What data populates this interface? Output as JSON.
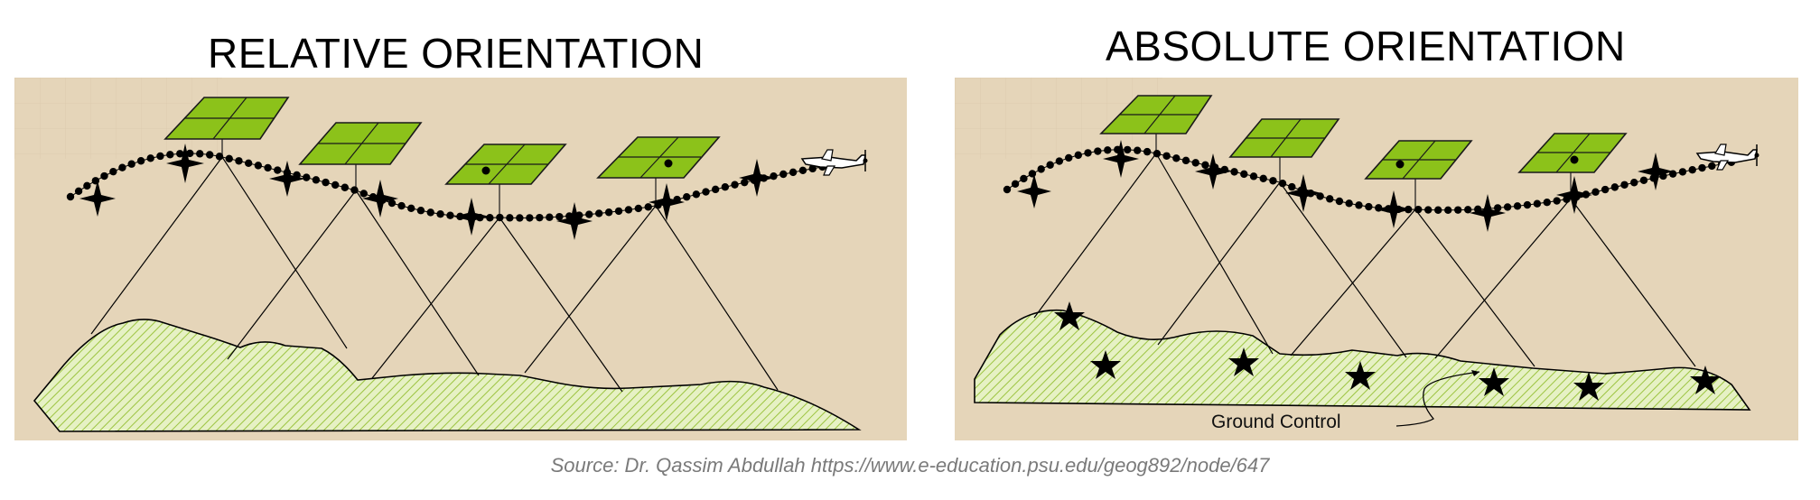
{
  "panels": {
    "left": {
      "title": "RELATIVE ORIENTATION"
    },
    "right": {
      "title": "ABSOLUTE ORIENTATION",
      "ground_control_label": "Ground Control"
    }
  },
  "source": "Source: Dr. Qassim Abdullah https://www.e-education.psu.edu/geog892/node/647",
  "colors": {
    "panel_background": "#e5d5b9",
    "photo_frame": "#8cc21a",
    "terrain_fill": "#d9eba8",
    "flight_path": "#000000"
  },
  "icons": [
    "photo-frame-icon",
    "airplane-icon",
    "exposure-star-icon",
    "ground-control-star-icon"
  ]
}
